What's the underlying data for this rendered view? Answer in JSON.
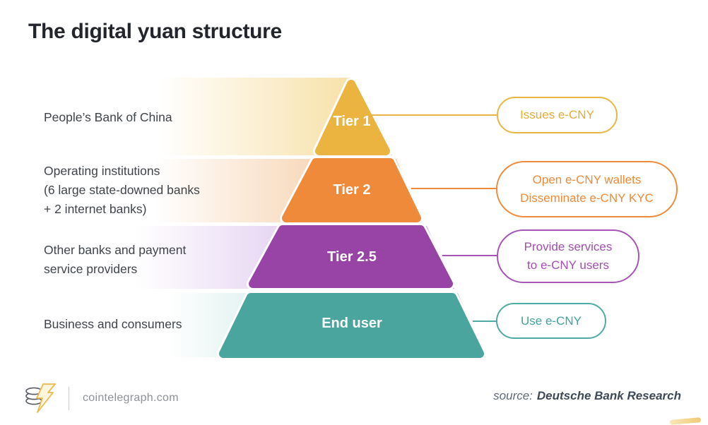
{
  "title": "The digital yuan structure",
  "tiers": [
    {
      "name": "Tier 1",
      "left_lines": [
        "People’s Bank of China"
      ],
      "bubble_lines": [
        "Issues e-CNY"
      ],
      "color": "#EBB440",
      "bubble_color": "#E9B545"
    },
    {
      "name": "Tier 2",
      "left_lines": [
        "Operating institutions",
        "(6 large state-downed banks",
        "+ 2 internet banks)"
      ],
      "bubble_lines": [
        "Open e-CNY wallets",
        "Disseminate e-CNY KYC"
      ],
      "color": "#EE8A3A",
      "bubble_color": "#EE8A3A"
    },
    {
      "name": "Tier 2.5",
      "left_lines": [
        "Other banks and payment",
        "service providers"
      ],
      "bubble_lines": [
        "Provide services",
        "to e-CNY users"
      ],
      "color": "#9843A6",
      "bubble_color": "#A556B5"
    },
    {
      "name": "End user",
      "left_lines": [
        "Business and consumers"
      ],
      "bubble_lines": [
        "Use e-CNY"
      ],
      "color": "#4AA59E",
      "bubble_color": "#4FAAA3"
    }
  ],
  "footer": {
    "site": "cointelegraph.com",
    "source_prefix": "source:",
    "source_name": "Deutsche Bank Research",
    "logo_icon": "cointelegraph-coins-bolt"
  },
  "colors": {
    "background": "#FFFFFF",
    "title_text": "#22262C",
    "label_text": "#3F444B",
    "tier1_amber": "#EBB440",
    "tier2_orange": "#EE8A3A",
    "tier2_5_purple": "#9843A6",
    "end_user_teal": "#4AA59E",
    "band1_light": "#F6DB97",
    "band2_light": "#F3BF8D",
    "band3_light": "#C9A5E3",
    "band4_light": "#8ED0C9",
    "footer_site_text": "#8D9199",
    "source_text": "#3D4956"
  }
}
